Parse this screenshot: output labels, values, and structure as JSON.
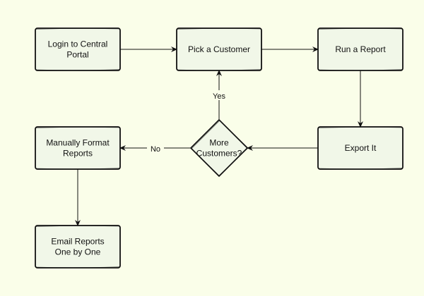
{
  "diagram": {
    "type": "flowchart",
    "colors": {
      "background": "#fafee9",
      "node_fill": "#f1f7e8",
      "stroke": "#111111"
    },
    "nodes": [
      {
        "id": "login",
        "shape": "rect",
        "lines": [
          "Login to Central",
          "Portal"
        ]
      },
      {
        "id": "pick",
        "shape": "rect",
        "lines": [
          "Pick a Customer"
        ]
      },
      {
        "id": "run",
        "shape": "rect",
        "lines": [
          "Run a Report"
        ]
      },
      {
        "id": "export",
        "shape": "rect",
        "lines": [
          "Export It"
        ]
      },
      {
        "id": "more",
        "shape": "diamond",
        "lines": [
          "More",
          "Customers?"
        ]
      },
      {
        "id": "format",
        "shape": "rect",
        "lines": [
          "Manually Format",
          "Reports"
        ]
      },
      {
        "id": "email",
        "shape": "rect",
        "lines": [
          "Email Reports",
          "One by One"
        ]
      }
    ],
    "edges": [
      {
        "from": "login",
        "to": "pick",
        "label": ""
      },
      {
        "from": "pick",
        "to": "run",
        "label": ""
      },
      {
        "from": "run",
        "to": "export",
        "label": ""
      },
      {
        "from": "export",
        "to": "more",
        "label": ""
      },
      {
        "from": "more",
        "to": "pick",
        "label": "Yes"
      },
      {
        "from": "more",
        "to": "format",
        "label": "No"
      },
      {
        "from": "format",
        "to": "email",
        "label": ""
      }
    ]
  }
}
